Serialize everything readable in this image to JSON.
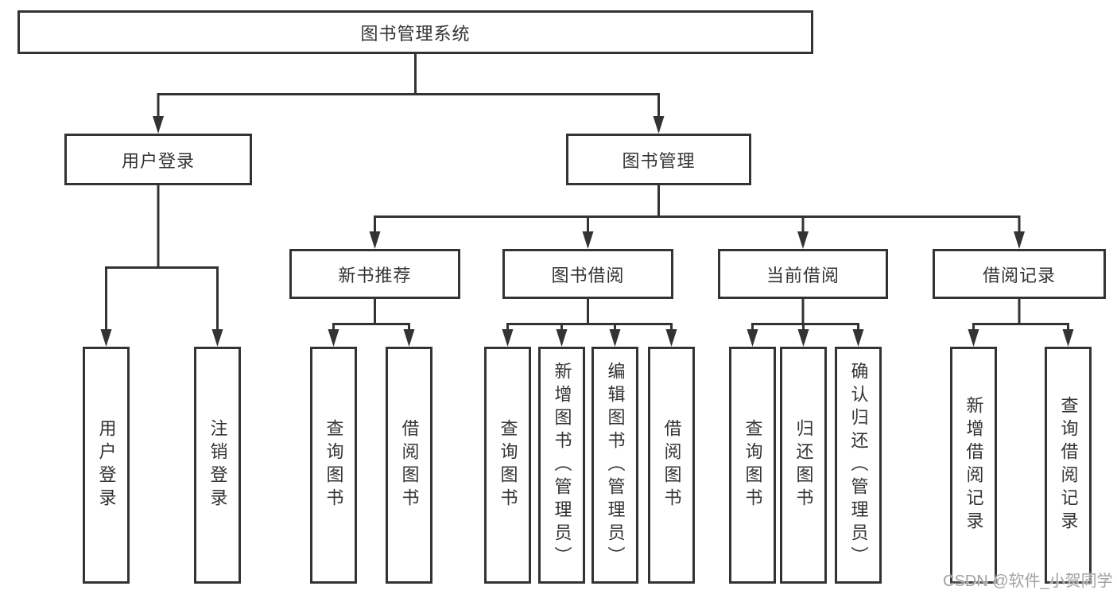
{
  "diagram": {
    "nodes": {
      "root": {
        "label": "图书管理系统"
      },
      "user_login": {
        "label": "用户登录"
      },
      "book_mgmt": {
        "label": "图书管理"
      },
      "new_book_rec": {
        "label": "新书推荐"
      },
      "book_borrow": {
        "label": "图书借阅"
      },
      "current_borrow": {
        "label": "当前借阅"
      },
      "borrow_records": {
        "label": "借阅记录"
      },
      "leaf_user_login": {
        "label": "用户登录"
      },
      "leaf_logout": {
        "label": "注销登录"
      },
      "leaf_nbr_query": {
        "label": "查询图书"
      },
      "leaf_nbr_borrow": {
        "label": "借阅图书"
      },
      "leaf_bb_query": {
        "label": "查询图书"
      },
      "leaf_bb_add": {
        "label": "新增图书（管理员）"
      },
      "leaf_bb_edit": {
        "label": "编辑图书（管理员）"
      },
      "leaf_bb_borrow": {
        "label": "借阅图书"
      },
      "leaf_cb_query": {
        "label": "查询图书"
      },
      "leaf_cb_return": {
        "label": "归还图书"
      },
      "leaf_cb_confirm": {
        "label": "确认归还（管理员）"
      },
      "leaf_br_add": {
        "label": "新增借阅记录"
      },
      "leaf_br_query": {
        "label": "查询借阅记录"
      }
    },
    "hierarchy": {
      "图书管理系统": {
        "用户登录": [
          "用户登录",
          "注销登录"
        ],
        "图书管理": {
          "新书推荐": [
            "查询图书",
            "借阅图书"
          ],
          "图书借阅": [
            "查询图书",
            "新增图书（管理员）",
            "编辑图书（管理员）",
            "借阅图书"
          ],
          "当前借阅": [
            "查询图书",
            "归还图书",
            "确认归还（管理员）"
          ],
          "借阅记录": [
            "新增借阅记录",
            "查询借阅记录"
          ]
        }
      }
    },
    "colors": {
      "line": "#333333",
      "box_border": "#333333",
      "box_fill": "#ffffff",
      "text": "#333333",
      "watermark": "#a2a2a2"
    },
    "watermark": "CSDN @软件_小贺同学"
  }
}
